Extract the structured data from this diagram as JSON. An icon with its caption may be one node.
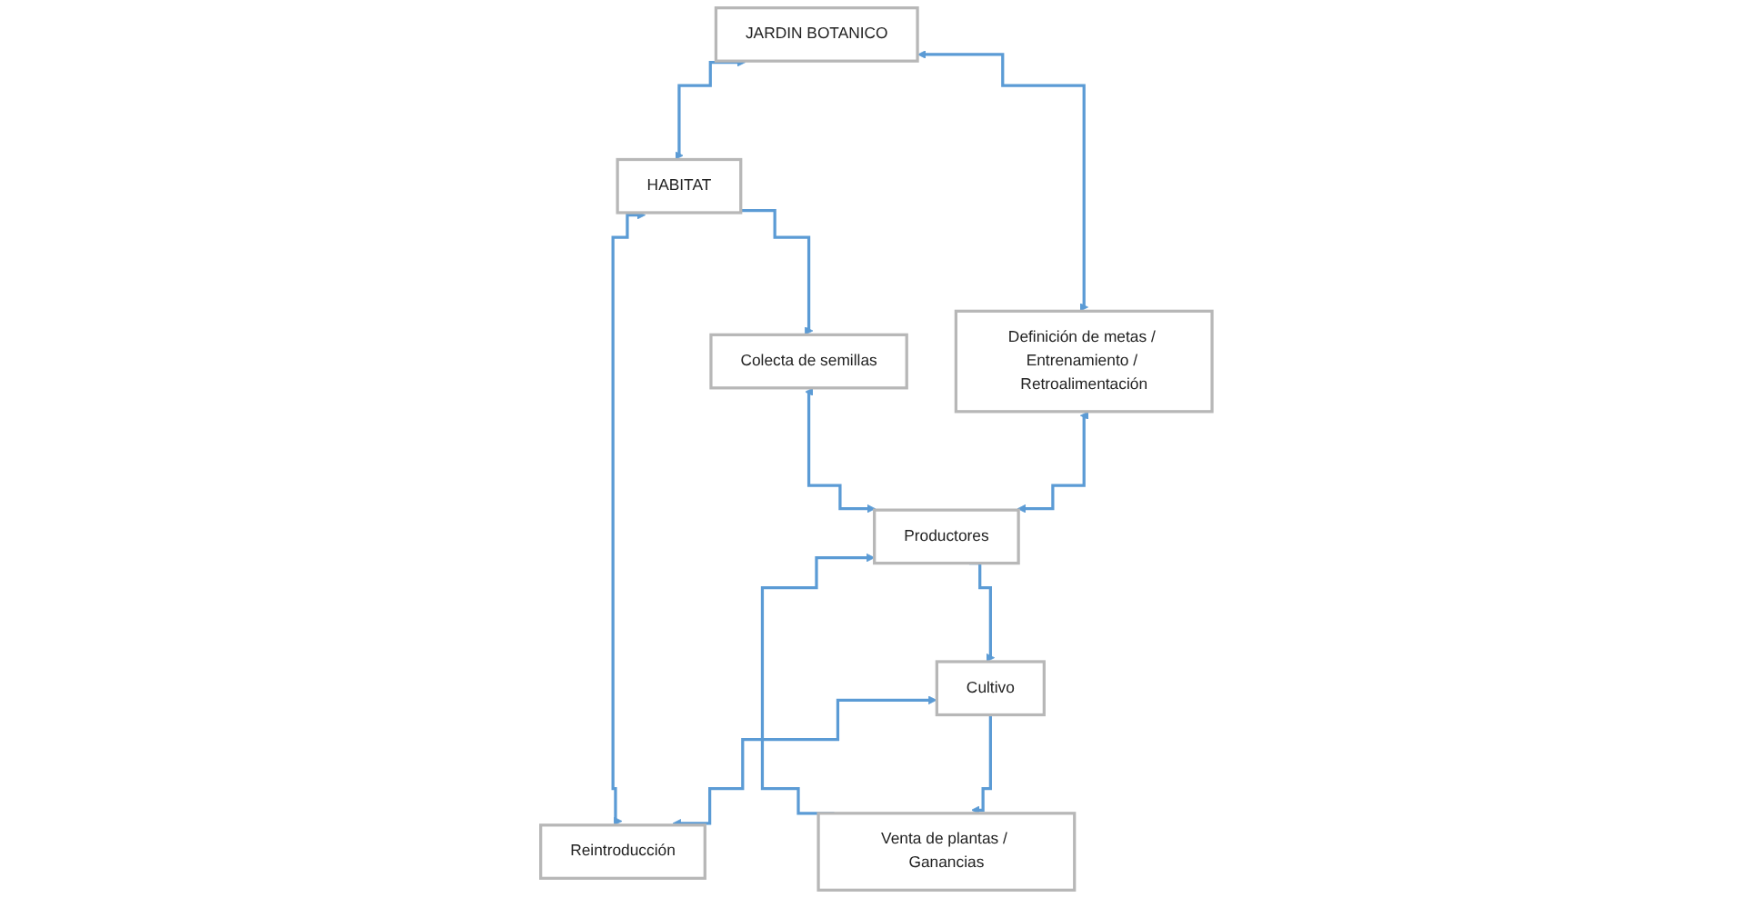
{
  "diagram": {
    "nodes": [
      {
        "text": [
          "Definición de metas / Entrenamiento / Retroalimentación"
        ]
      },
      {
        "text": [
          "Colecta de semillas"
        ]
      },
      {
        "text": [
          "Productores"
        ]
      },
      {
        "text": [
          "JARDIN BOTANICO"
        ]
      },
      {
        "text": [
          "Cultivo"
        ]
      },
      {
        "text": [
          "Reintroducción"
        ]
      },
      {
        "text": [
          "HABITAT"
        ]
      },
      {
        "text": [
          "Venta de plantas / Ganancias"
        ]
      }
    ],
    "edges": [
      {
        "from": 3,
        "to": 0,
        "arrow": "both"
      },
      {
        "from": 0,
        "to": 2,
        "arrow": "both"
      },
      {
        "from": 1,
        "to": 2,
        "arrow": "both"
      },
      {
        "from": 3,
        "to": 6,
        "arrow": "both"
      },
      {
        "from": 6,
        "to": 1,
        "arrow": "to"
      },
      {
        "from": 2,
        "to": 4,
        "arrow": "to"
      },
      {
        "from": 4,
        "to": 5,
        "arrow": "both"
      },
      {
        "from": 6,
        "to": 5,
        "arrow": "both"
      },
      {
        "from": 4,
        "to": 7,
        "arrow": "to"
      },
      {
        "from": 7,
        "to": 2,
        "arrow": "to"
      }
    ]
  }
}
